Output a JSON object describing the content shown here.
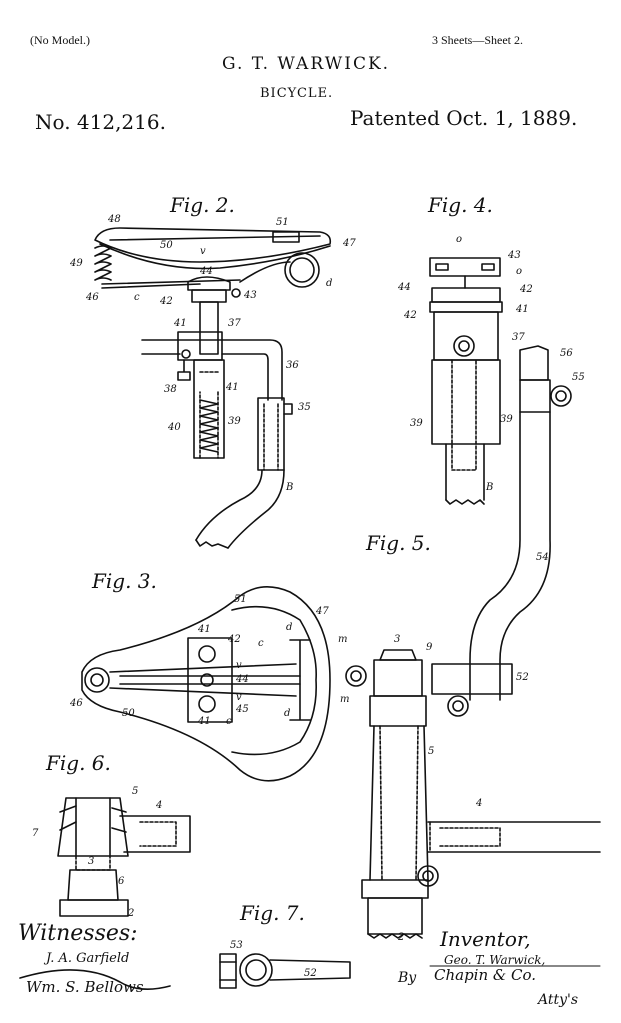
{
  "header": {
    "model": "(No Model.)",
    "sheets": "3 Sheets—Sheet 2.",
    "inventor": "G. T. WARWICK.",
    "title": "BICYCLE.",
    "number": "No. 412,216.",
    "date": "Patented Oct. 1, 1889."
  },
  "figures": {
    "fig2": "Fig. 2.",
    "fig3": "Fig. 3.",
    "fig4": "Fig. 4.",
    "fig5": "Fig. 5.",
    "fig6": "Fig. 6.",
    "fig7": "Fig. 7."
  },
  "refs": {
    "fig2": [
      "48",
      "50",
      "v",
      "51",
      "47",
      "49",
      "44",
      "d",
      "42",
      "43",
      "46",
      "c",
      "41",
      "37",
      "38",
      "41",
      "36",
      "35",
      "40",
      "39",
      "B"
    ],
    "fig3": [
      "51",
      "47",
      "41",
      "42",
      "c",
      "d",
      "m",
      "v",
      "44",
      "46",
      "50",
      "45",
      "v",
      "41",
      "c",
      "d",
      "m"
    ],
    "fig4": [
      "o",
      "43",
      "o",
      "44",
      "42",
      "42",
      "41",
      "37",
      "39",
      "39",
      "B",
      "56",
      "55"
    ],
    "fig5": [
      "54",
      "3",
      "9",
      "52",
      "5",
      "4",
      "2"
    ],
    "fig6": [
      "5",
      "4",
      "7",
      "3",
      "6",
      "2"
    ],
    "fig7": [
      "53",
      "52"
    ]
  },
  "signatures": {
    "witnesses_label": "Witnesses:",
    "witness_1": "J. A. Garfield",
    "witness_2": "Wm. S. Bellows",
    "inventor_label": "Inventor,",
    "inventor_sig": "Geo. T. Warwick,",
    "by": "By",
    "attorney": "Chapin & Co.",
    "attys": "Atty's"
  }
}
